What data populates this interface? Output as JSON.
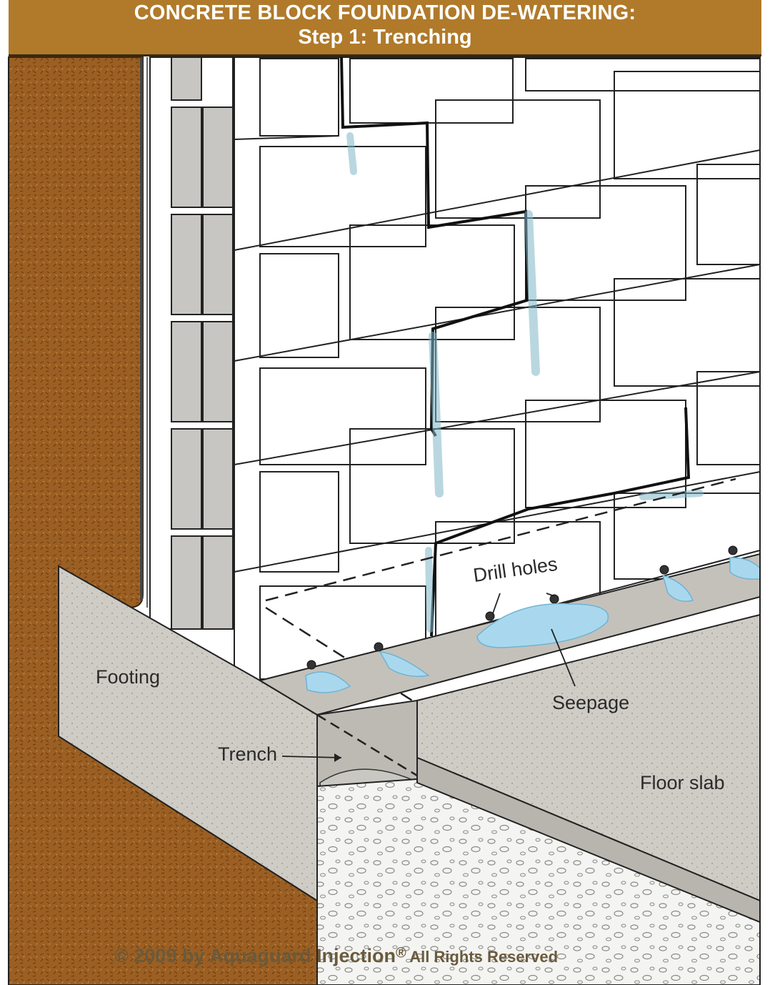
{
  "header": {
    "title": "CONCRETE BLOCK FOUNDATION DE-WATERING:",
    "subtitle": "Step 1: Trenching"
  },
  "labels": {
    "footing": "Footing",
    "trench": "Trench",
    "drill_holes": "Drill holes",
    "seepage": "Seepage",
    "floor_slab": "Floor slab"
  },
  "copyright": {
    "main": "© 2009 by Aquaguard Injection",
    "mark": "®",
    "rights": "All Rights Reserved"
  },
  "colors": {
    "header": "#b07a2a",
    "soil": "#9b5f23",
    "concrete": "#cfccc6",
    "block": "#ffffff",
    "water": "#a9d8ee"
  }
}
